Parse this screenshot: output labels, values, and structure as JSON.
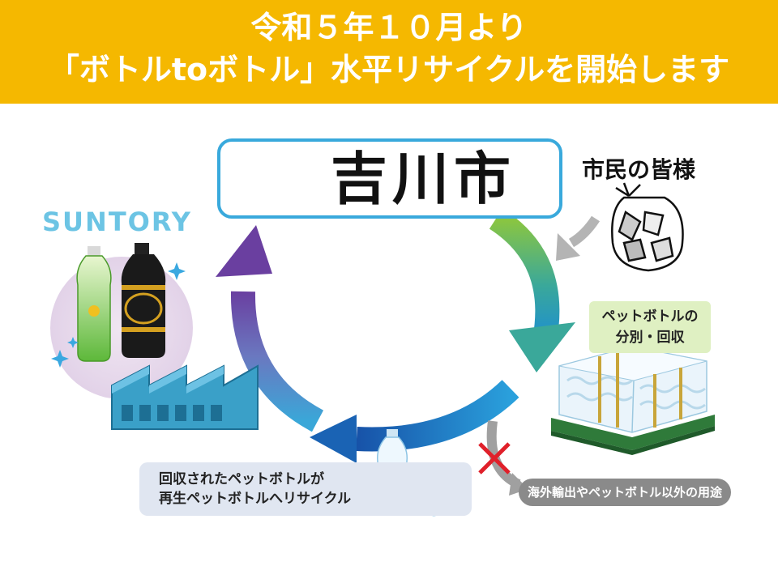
{
  "header": {
    "line1": "令和５年１０月より",
    "line2": "「ボトルtoボトル」水平リサイクルを開始します"
  },
  "city": {
    "name": "吉川市"
  },
  "citizens": {
    "label": "市民の皆様"
  },
  "collection": {
    "line1": "ペットボトルの",
    "line2": "分別・回収"
  },
  "maker": {
    "name": "SUNTORY"
  },
  "recycle": {
    "line1": "回収されたペットボトルが",
    "line2": "再生ペットボトルへリサイクル"
  },
  "excluded": {
    "label": "海外輸出やペットボトル以外の用途"
  },
  "colors": {
    "header_bg": "#f5b800",
    "city_border": "#39a9dc",
    "emblem": "#c0282e",
    "arrow_green": "#7cc242",
    "arrow_blue": "#1a63b4",
    "arrow_purple": "#6a3fa0",
    "factory": "#3aa0c8",
    "cross": "#e0202a"
  }
}
